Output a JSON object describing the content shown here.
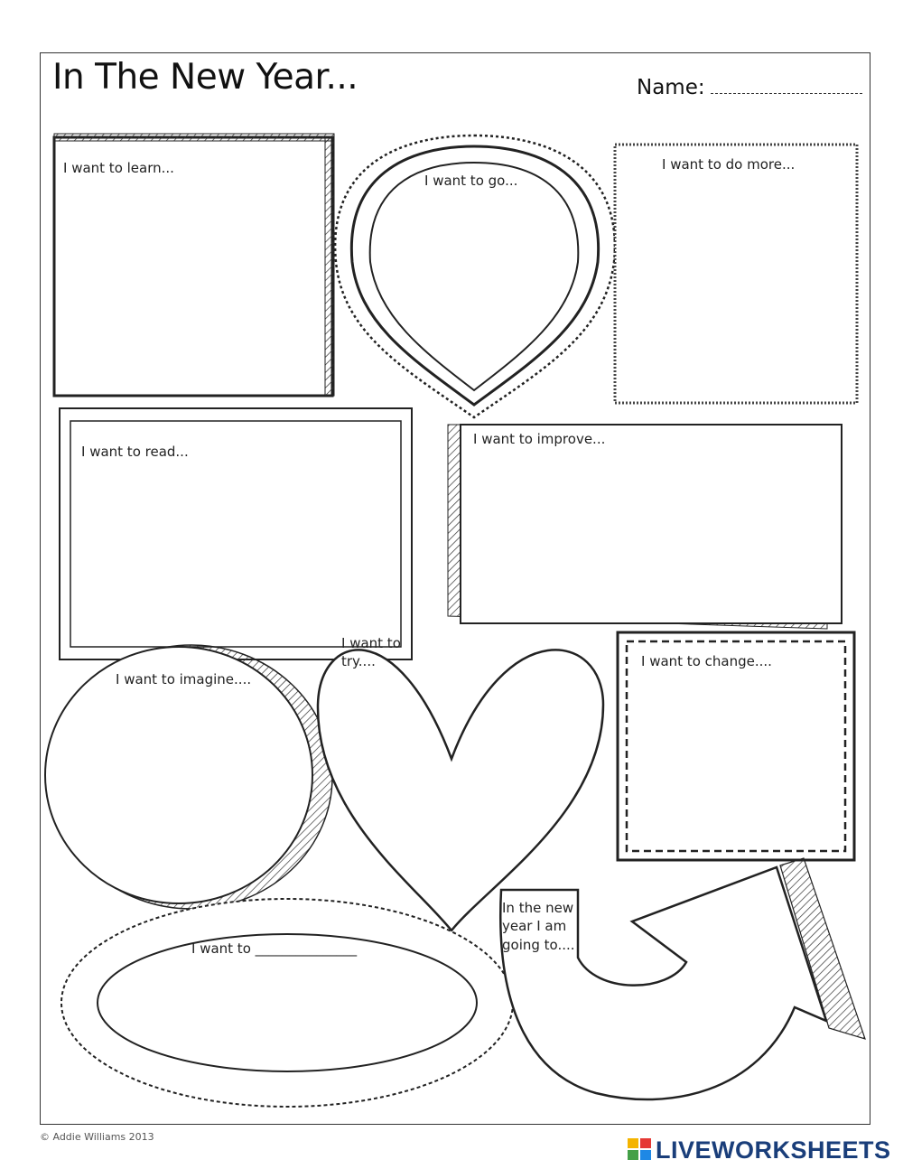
{
  "worksheet": {
    "title": "In The New Year...",
    "name_label": "Name:",
    "prompts": {
      "learn": "I want to learn...",
      "go": "I want to go...",
      "do_more": "I want to do more...",
      "read": "I want to read...",
      "improve": "I want to improve...",
      "imagine": "I want to imagine....",
      "try": "I want to try....",
      "change": "I want to change....",
      "want_to": "I want to _______________",
      "going_to": "In the new year I am going to...."
    }
  },
  "footer": {
    "copyright": "© Addie Williams 2013",
    "brand": "LIVEWORKSHEETS"
  },
  "colors": {
    "ink": "#222222",
    "brand_blue": "#1a3e7a"
  }
}
